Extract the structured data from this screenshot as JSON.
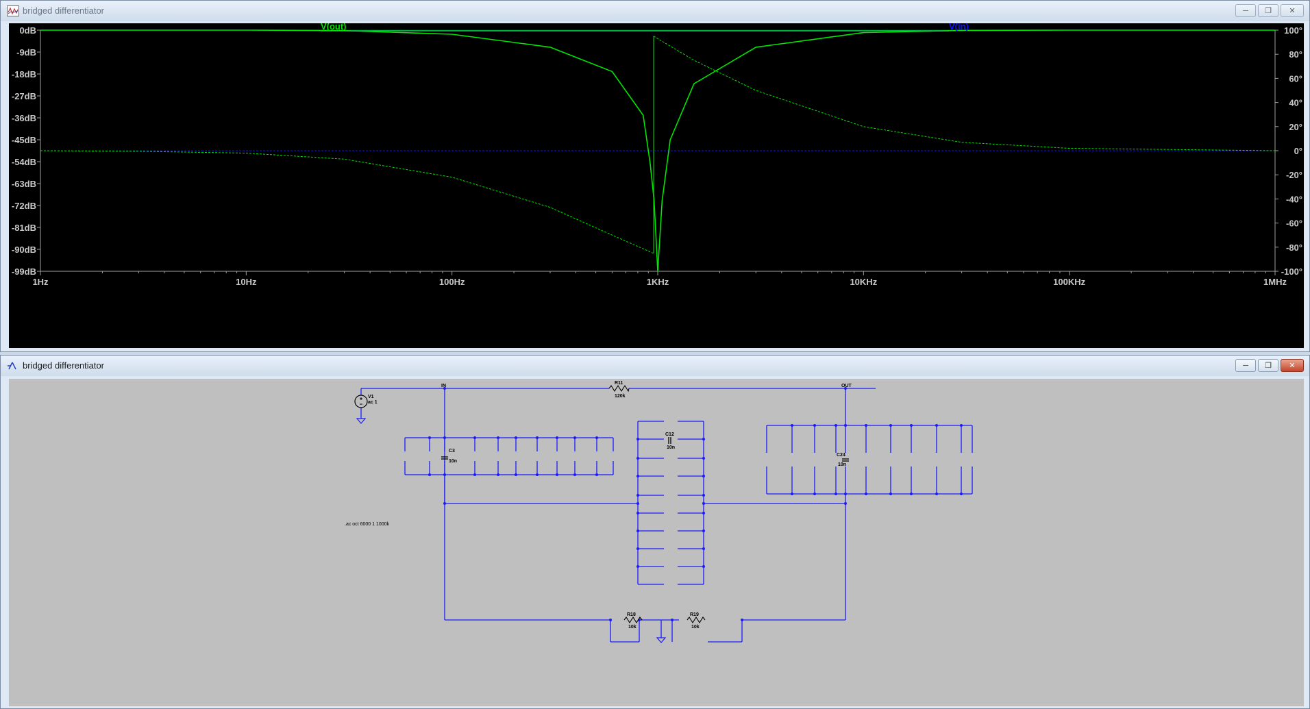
{
  "plot_window": {
    "title": "bridged differentiator",
    "buttons": [
      "minimize",
      "maximize",
      "close"
    ]
  },
  "schematic_window": {
    "title": "bridged differentiator",
    "buttons": [
      "minimize",
      "maximize",
      "close"
    ]
  },
  "colors": {
    "trace_vout": "#00e600",
    "trace_vin": "#1010ff",
    "plot_bg": "#000000",
    "schematic_bg": "#bfbfbf",
    "wire": "#1a1aff"
  },
  "chart_data": {
    "type": "line",
    "traces": [
      {
        "name": "V(out)",
        "color": "#00e600"
      },
      {
        "name": "V(in)",
        "color": "#1010ff"
      }
    ],
    "x_scale": "log",
    "x_ticks": [
      "1Hz",
      "10Hz",
      "100Hz",
      "1KHz",
      "10KHz",
      "100KHz",
      "1MHz"
    ],
    "x_range_hz": [
      1,
      1000000
    ],
    "y_left_ticks": [
      "0dB",
      "-9dB",
      "-18dB",
      "-27dB",
      "-36dB",
      "-45dB",
      "-54dB",
      "-63dB",
      "-72dB",
      "-81dB",
      "-90dB",
      "-99dB"
    ],
    "y_left_range": [
      -99,
      0
    ],
    "y_right_ticks": [
      "100°",
      "80°",
      "60°",
      "40°",
      "20°",
      "0°",
      "-20°",
      "-40°",
      "-60°",
      "-80°",
      "-100°"
    ],
    "y_right_range": [
      -100,
      100
    ],
    "series": [
      {
        "name": "V(out) magnitude",
        "unit": "dB",
        "x": [
          1,
          10,
          30,
          100,
          300,
          600,
          850,
          920,
          960,
          1000,
          1050,
          1150,
          1500,
          3000,
          10000,
          30000,
          100000,
          1000000
        ],
        "values": [
          0,
          0,
          -0.2,
          -1.7,
          -7,
          -17,
          -35,
          -55,
          -70,
          -99,
          -70,
          -45,
          -22,
          -7,
          -1,
          -0.1,
          0,
          0
        ]
      },
      {
        "name": "V(out) phase",
        "unit": "deg",
        "x": [
          1,
          3,
          10,
          30,
          100,
          300,
          600,
          950,
          955,
          1500,
          3000,
          10000,
          30000,
          100000,
          1000000
        ],
        "values": [
          0,
          -0.5,
          -2,
          -7,
          -22,
          -47,
          -70,
          -85,
          95,
          75,
          50,
          20,
          7,
          2,
          0
        ]
      },
      {
        "name": "V(in) magnitude",
        "unit": "dB",
        "x": [
          1,
          1000000
        ],
        "values": [
          0,
          0
        ]
      },
      {
        "name": "V(in) phase",
        "unit": "deg",
        "x": [
          1,
          1000000
        ],
        "values": [
          0,
          0
        ]
      }
    ]
  },
  "schematic": {
    "net_labels": [
      "IN",
      "OUT"
    ],
    "components": [
      {
        "ref": "V1",
        "value": "ac 1"
      },
      {
        "ref": "R11",
        "value": "120k"
      },
      {
        "ref": "C3",
        "value": "10n"
      },
      {
        "ref": "C12",
        "value": "10n"
      },
      {
        "ref": "C24",
        "value": "10n"
      },
      {
        "ref": "R18",
        "value": "10k"
      },
      {
        "ref": "R19",
        "value": "10k"
      }
    ],
    "directive": ".ac oct 6000 1 1000k"
  }
}
